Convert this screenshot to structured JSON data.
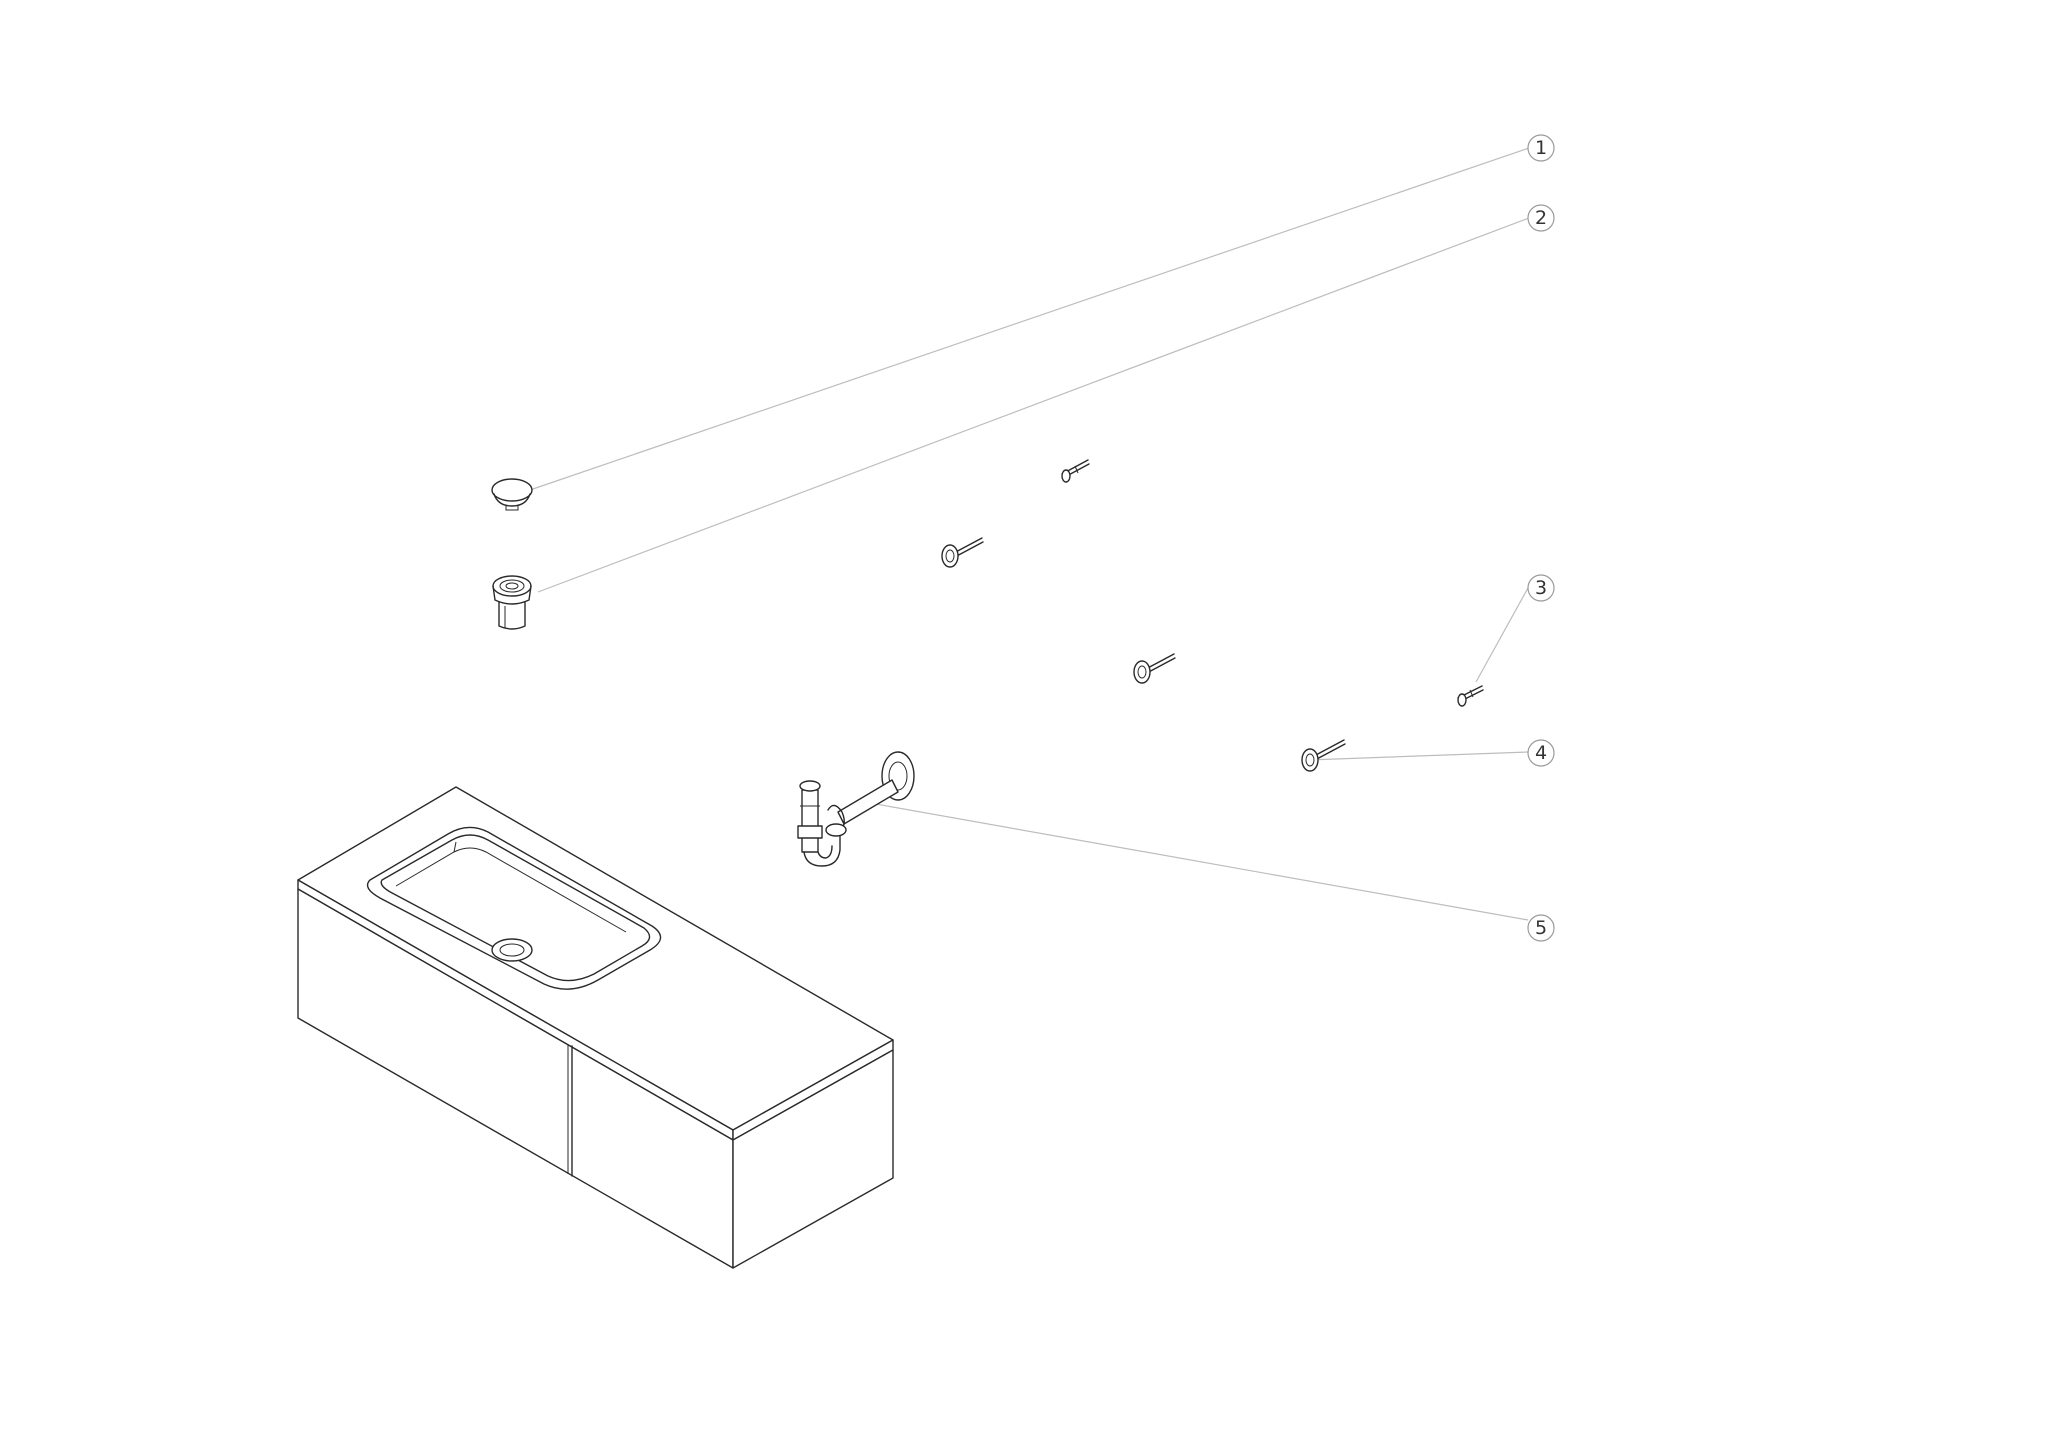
{
  "drawing": {
    "type": "exploded-assembly-diagram",
    "callouts": [
      {
        "number": "1",
        "part": "drain-cap"
      },
      {
        "number": "2",
        "part": "drain-waste-fitting"
      },
      {
        "number": "3",
        "part": "wall-anchor-small"
      },
      {
        "number": "4",
        "part": "wall-anchor-bolt"
      },
      {
        "number": "5",
        "part": "siphon-trap"
      }
    ],
    "colors": {
      "line": "#2a2a2a",
      "leader": "#bdbdbd",
      "background": "#ffffff"
    }
  }
}
